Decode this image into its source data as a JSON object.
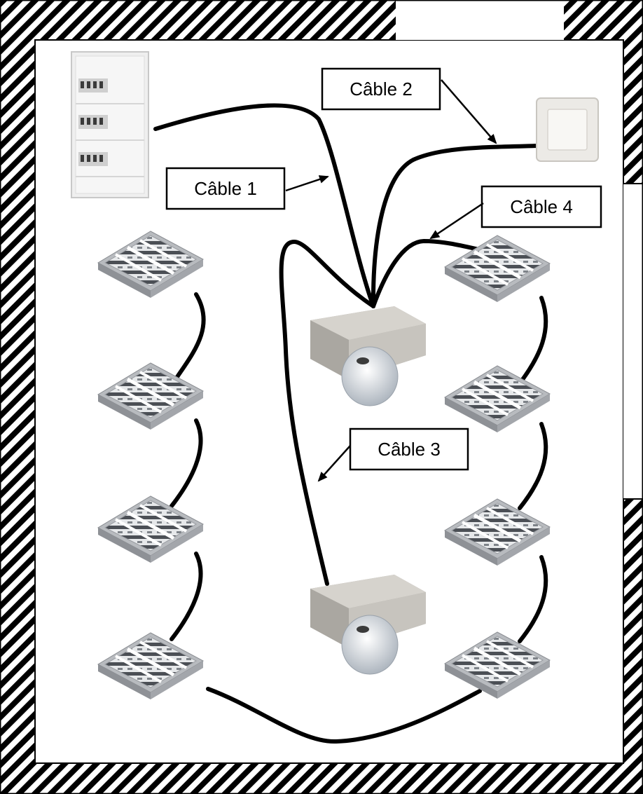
{
  "labels": {
    "cable1": "Câble 1",
    "cable2": "Câble 2",
    "cable3": "Câble 3",
    "cable4": "Câble 4"
  },
  "colors": {
    "wall_stripe": "#000000",
    "background": "#ffffff",
    "cable": "#000000",
    "panel": "#eeeeee",
    "detector_body": "#bdbab4",
    "detector_lens": "#e4e8ec",
    "switch": "#f3f2ef",
    "luminaire": "#c9ccd0"
  },
  "icons": {
    "panel": "electrical-panel-icon",
    "switch": "wall-switch-icon",
    "detector": "motion-detector-icon",
    "luminaire": "ceiling-light-icon"
  }
}
